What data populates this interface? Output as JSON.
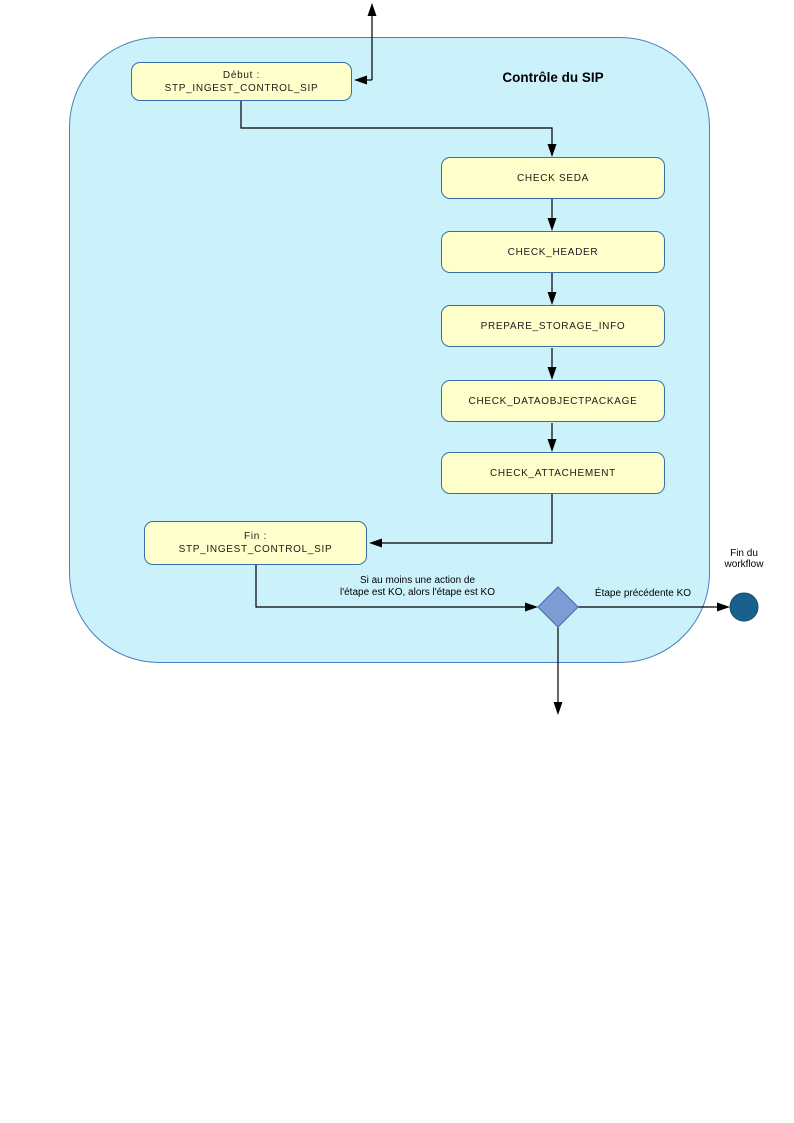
{
  "diagram": {
    "title": "Contrôle du SIP",
    "start_node": {
      "label_line1": "Début :",
      "label_line2": "STP_INGEST_CONTROL_SIP"
    },
    "steps": [
      {
        "label": "CHECK SEDA"
      },
      {
        "label": "CHECK_HEADER"
      },
      {
        "label": "PREPARE_STORAGE_INFO"
      },
      {
        "label": "CHECK_DATAOBJECTPACKAGE"
      },
      {
        "label": "CHECK_ATTACHEMENT"
      }
    ],
    "end_node": {
      "label_line1": "Fin :",
      "label_line2": "STP_INGEST_CONTROL_SIP"
    },
    "decision": {
      "condition_line1": "Si au moins une action de",
      "condition_line2": "l'étape est KO, alors l'étape est KO",
      "ko_branch_label": "Étape précédente KO"
    },
    "end_workflow": {
      "label_line1": "Fin du",
      "label_line2": "workflow"
    },
    "colors": {
      "container_fill": "#CBF2FB",
      "container_border": "#4A7EBC",
      "node_fill": "#FFFFCC",
      "node_border": "#3A6EA5",
      "decision_fill": "#7E9DD4",
      "decision_border": "#4A6FB5",
      "end_circle_fill": "#19608F",
      "arrow_color": "#000000"
    }
  }
}
